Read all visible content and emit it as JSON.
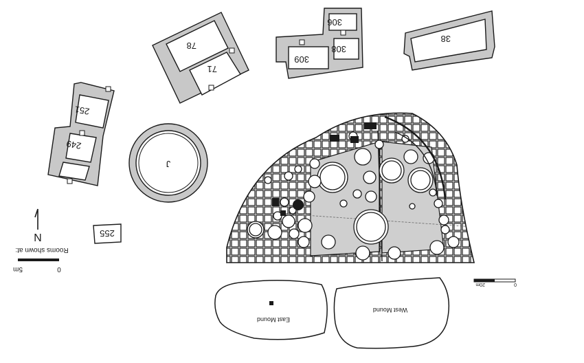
{
  "rooms": {
    "r78": "78",
    "r71": "71",
    "r306": "306",
    "r308": "308",
    "r309": "309",
    "r38": "38",
    "r251": "251",
    "r249": "249",
    "r255": "255",
    "rJ": "J"
  },
  "legend": {
    "north": "N",
    "rooms_shown_at": "Rooms shown at:",
    "scale_zero": "0",
    "scale_5m": "5m"
  },
  "plan_scale": {
    "zero": "0",
    "twenty": "20m"
  },
  "mounds": {
    "east": "East Mound",
    "west": "West Mound"
  }
}
